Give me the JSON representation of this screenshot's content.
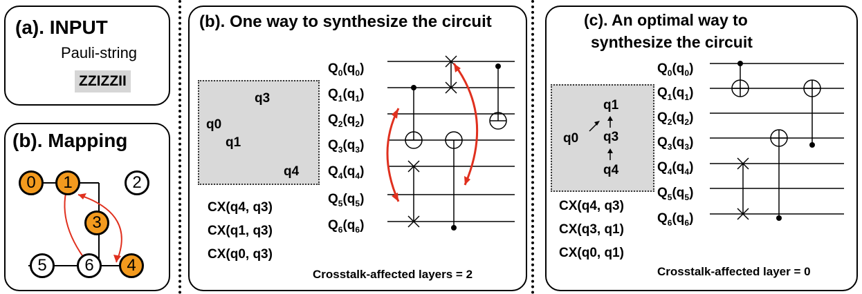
{
  "panel_a": {
    "title": "(a). INPUT",
    "label": "Pauli-string",
    "pauli": "ZZIZZII"
  },
  "panel_mapping": {
    "title": "(b). Mapping",
    "nodes": [
      "0",
      "1",
      "2",
      "3",
      "5",
      "6",
      "4"
    ]
  },
  "panel_b": {
    "title": "(b). One way to synthesize the circuit",
    "graph": [
      "q0",
      "q1",
      "q3",
      "q4"
    ],
    "cx": [
      "CX(q4, q3)",
      "CX(q1, q3)",
      "CX(q0, q3)"
    ],
    "qubits": [
      "Q",
      "Q",
      "Q",
      "Q",
      "Q",
      "Q",
      "Q"
    ],
    "subs": [
      "0",
      "1",
      "2",
      "3",
      "4",
      "5",
      "6"
    ],
    "logical": [
      "(q",
      "(q",
      "(q",
      "(q",
      "(q",
      "(q",
      "(q"
    ],
    "footer": "Crosstalk-affected layers = 2"
  },
  "panel_c": {
    "title_line1": "(c). An optimal way to",
    "title_line2": "synthesize the circuit",
    "graph": [
      "q1",
      "q0",
      "q3",
      "q4"
    ],
    "cx": [
      "CX(q4, q3)",
      "CX(q3, q1)",
      "CX(q0, q1)"
    ],
    "footer": "Crosstalk-affected layer = 0"
  },
  "colors": {
    "highlight": "#f39a1e",
    "arrow": "#e0301e",
    "gray_box": "#d9d9d9"
  }
}
